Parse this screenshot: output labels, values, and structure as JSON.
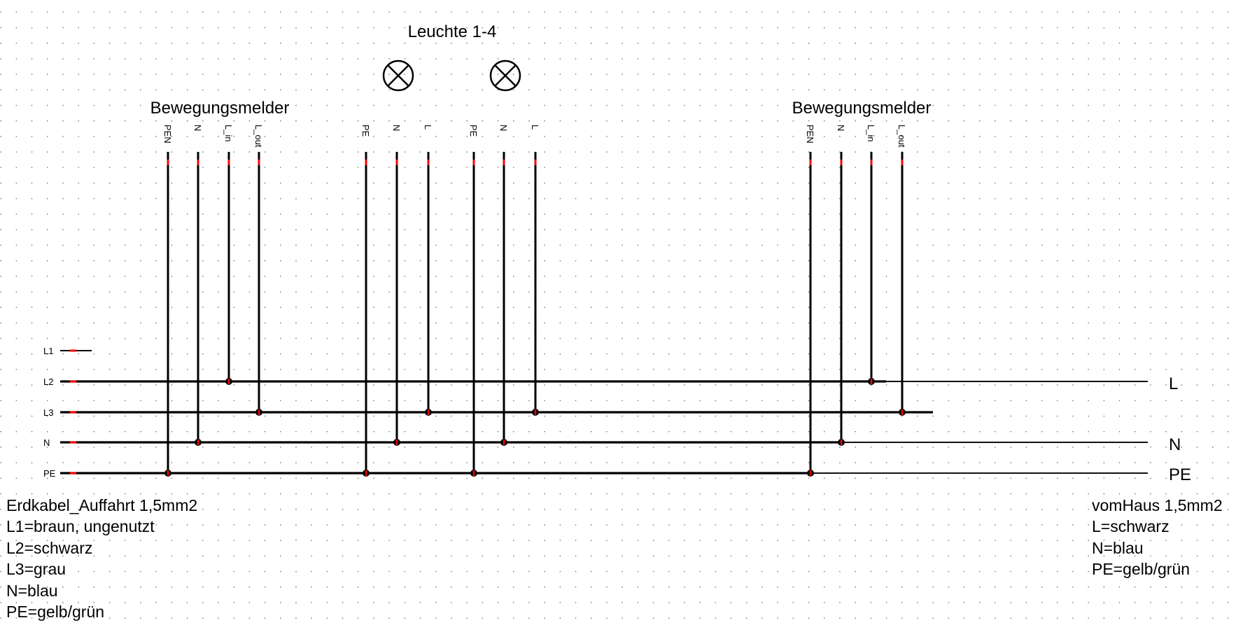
{
  "title": "Leuchte 1-4",
  "components": {
    "motion_left": {
      "label": "Bewegungsmelder",
      "pins": [
        "PEN",
        "N",
        "L_in",
        "L_out"
      ]
    },
    "lamp_1": {
      "pins": [
        "PE",
        "N",
        "L"
      ]
    },
    "lamp_2": {
      "pins": [
        "PE",
        "N",
        "L"
      ]
    },
    "motion_right": {
      "label": "Bewegungsmelder",
      "pins": [
        "PEN",
        "N",
        "L_in",
        "L_out"
      ]
    }
  },
  "buses_left": [
    "L1",
    "L2",
    "L3",
    "N",
    "PE"
  ],
  "buses_right": [
    "L",
    "N",
    "PE"
  ],
  "notes_left": [
    "Erdkabel_Auffahrt 1,5mm2",
    "L1=braun, ungenutzt",
    "L2=schwarz",
    "L3=grau",
    "N=blau",
    "PE=gelb/grün"
  ],
  "notes_right": [
    "vomHaus 1,5mm2",
    "L=schwarz",
    "N=blau",
    "PE=gelb/grün"
  ],
  "colors": {
    "wire": "#000000",
    "pin_marker": "#ff0000",
    "grid": "#555555"
  }
}
